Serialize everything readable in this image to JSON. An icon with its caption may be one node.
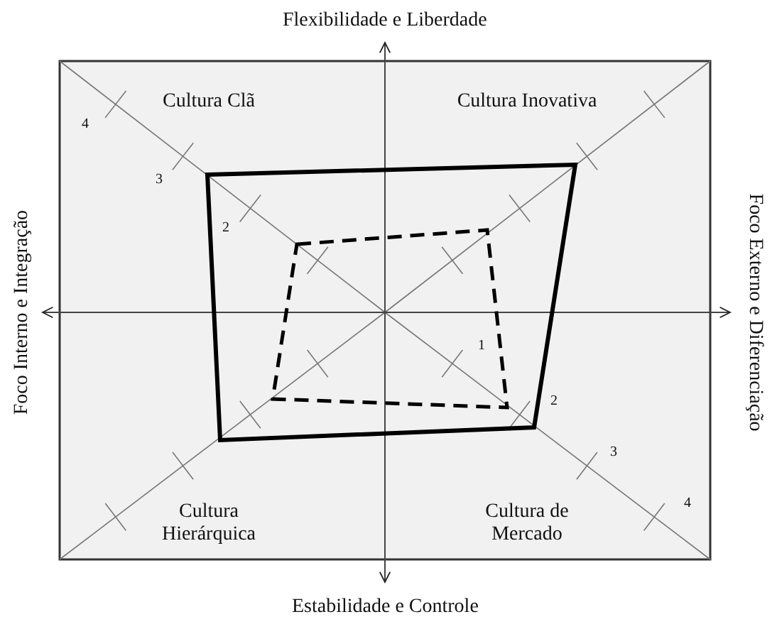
{
  "diagram": {
    "labels": [
      "Flexibilidade e Liberdade",
      "Cultura Clã",
      "Cultura Inovativa",
      "4",
      "3",
      "Foco Interno e Integração",
      "Foco Externo e Diferenciação",
      "2",
      "1",
      "2",
      "3",
      "Cultura Hierárquica",
      "Cultura de Mercado",
      "4",
      "Estabilidade e Controle"
    ]
  }
}
